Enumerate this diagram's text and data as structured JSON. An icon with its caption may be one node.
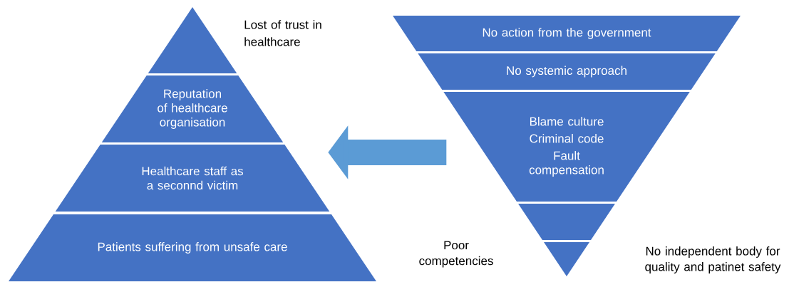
{
  "diagram": {
    "nodes": [
      {
        "text": [],
        "shape": "triangle",
        "beside": [
          "Lost of trust in healthcare"
        ]
      },
      {
        "text": [
          "Reputation of healthcare organisation"
        ]
      },
      {
        "text": [
          "Healthcare staff as a seconnd victim"
        ]
      },
      {
        "text": [
          "Patients suffering from unsafe care"
        ]
      },
      {
        "text": [
          "No action from the government"
        ]
      },
      {
        "text": [
          "No systemic approach"
        ]
      },
      {
        "text": [
          "Blame culture",
          "Criminal code",
          "Fault compensation"
        ]
      },
      {
        "text": [],
        "shape": "band"
      },
      {
        "text": [],
        "shape": "triangle"
      }
    ],
    "edges": [
      {
        "from": 6,
        "to": 2,
        "arrow": "to"
      }
    ],
    "labels": [
      "Poor competencies",
      "No independent body for quality and patinet safety"
    ]
  }
}
